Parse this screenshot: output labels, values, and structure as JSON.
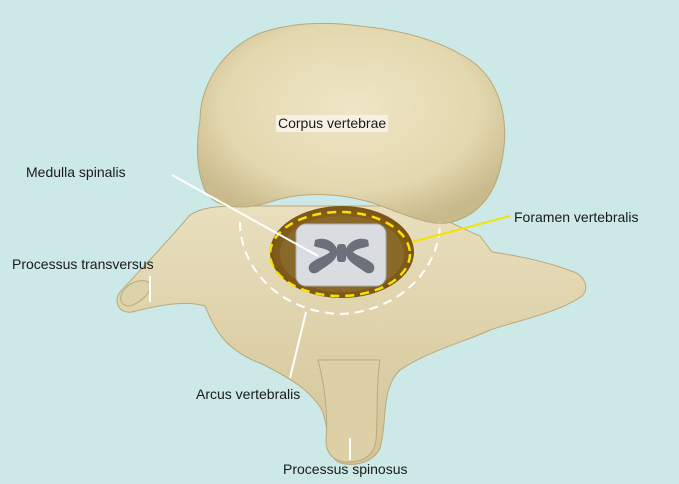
{
  "labels": {
    "corpus": "Corpus vertebrae",
    "medulla": "Medulla spinalis",
    "foramen": "Foramen vertebralis",
    "transversus": "Processus transversus",
    "arcus": "Arcus vertebralis",
    "spinosus": "Processus spinosus"
  },
  "colors": {
    "background": "#cce9e7",
    "bone": "#e6dcb8",
    "foramen_marker": "#f2e300",
    "arcus_marker": "#ffffff",
    "leader_lines": "#ffffff"
  }
}
